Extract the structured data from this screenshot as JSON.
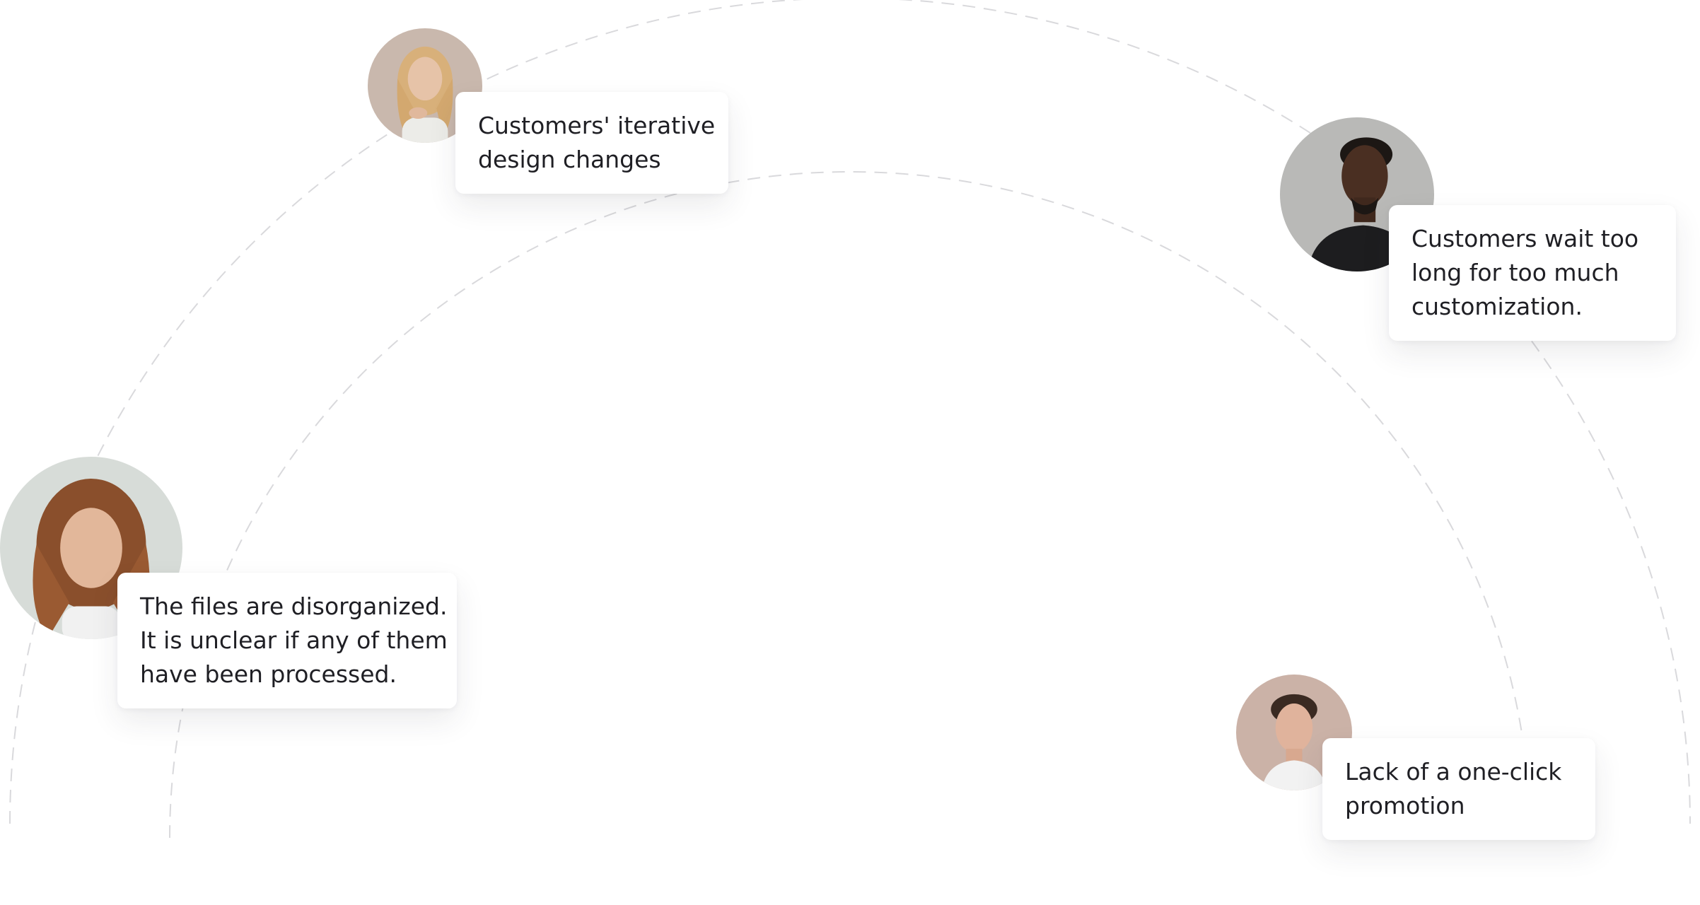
{
  "colors": {
    "background": "#ffffff",
    "text": "#1f1f24",
    "dashed_arc": "#d9d9dc"
  },
  "cards": [
    {
      "avatar_icon": "woman-blonde-portrait",
      "lines": [
        "Customers' iterative",
        "design changes"
      ]
    },
    {
      "avatar_icon": "man-dark-skin-portrait",
      "lines": [
        "Customers wait too",
        "long for too much",
        "customization."
      ]
    },
    {
      "avatar_icon": "woman-curly-hair-portrait",
      "lines": [
        "The files are disorganized.",
        "It is unclear if any of them",
        "have been processed."
      ]
    },
    {
      "avatar_icon": "man-frowning-portrait",
      "lines": [
        "Lack of a one-click",
        "promotion"
      ]
    }
  ]
}
